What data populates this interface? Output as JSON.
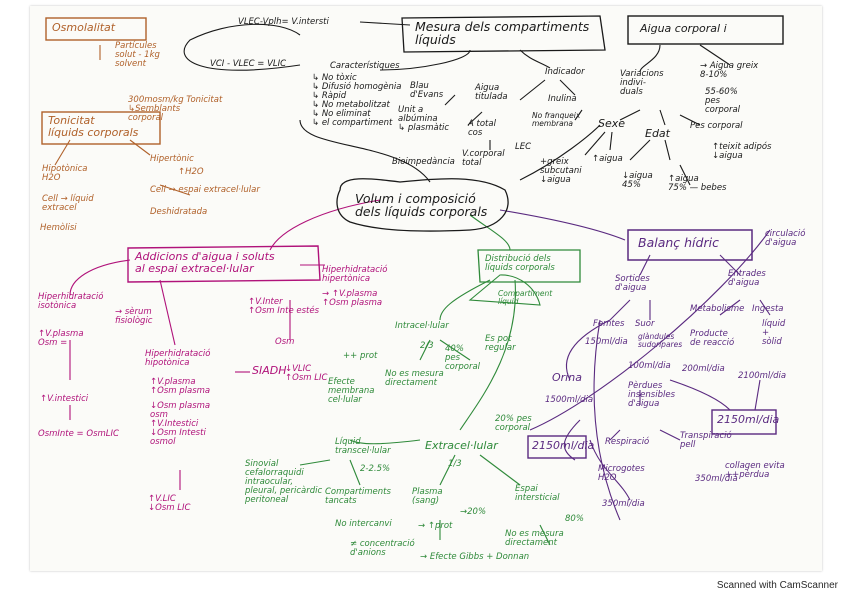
{
  "footer": "Scanned with CamScanner",
  "center": "Volum i composició\ndels líquids corporals",
  "mesura": {
    "title": "Mesura dels compartiments\nlíquids",
    "vlec": "VLEC-Vplh= V.intersti",
    "vic": "VCI - VLEC = VLIC",
    "caract": "Característiques",
    "carlist": "↳ No tòxic\n↳ Difusió homogènia\n↳ Ràpid\n↳ No metabolitzat\n↳ No eliminat\n↳ el compartiment",
    "blau": "Blau\nd'Evans",
    "blauinfo": "Unit a\nalbúmina\n↳ plasmàtic",
    "aigua_t": "Aigua\ntitulada",
    "aigua_total": "A total\ncos",
    "vcorporal": "V.corporal\ntotal",
    "bioimp": "Bioimpedància",
    "indicador": "Indicador",
    "inulina": "Inulina",
    "nofranq": "No franqueix\nmembrana",
    "lec": "LEC"
  },
  "aigua": {
    "title": "Aigua corporal i",
    "variacions": "Variacions\nindivi-\nduals",
    "greix": "→ Aigua greix\n8-10%",
    "pes": "55-60%\npes\ncorporal",
    "sexe": "Sexe",
    "edat": "Edat",
    "pescorp": "Pes corporal",
    "teixit": "↑teixit adipós\n↓aigua",
    "greix2": "+greix\nsubcutani\n↓aigua",
    "aigua_up": "↑aigua",
    "vellesa": "↓aigua\n45%",
    "bebes": "↑aigua\n75% — bebes"
  },
  "osmol": {
    "title": "Osmolalitat",
    "desc": "Partícules\nsolut - 1kg\nsolvent",
    "val": "300mosm/kg Tonicitat\n↳Semblants\ncorporal",
    "tonicitat": "Tonicitat\nlíquids corporals",
    "hipot": "Hipotònica\nH2O",
    "hipert": "Hipertònic",
    "h2o": "↑H2O",
    "cell1": "Cell → líquid\nextracel",
    "cell2": "Cell → espai extracel·lular",
    "hemo": "Hemòlisi",
    "desh": "Deshidratada"
  },
  "addicions": {
    "title": "Addicions d'aigua i soluts\nal espai extracel·lular",
    "hiper1": "Hiperhidratació\nisotònica",
    "serum": "→ sèrum\nfisiològic",
    "plasma": "↑V.plasma\nOsm =",
    "interstici": "↑V.intestici",
    "eq": "OsmInte = OsmLIC",
    "hiper2": "Hiperhidratació\nhipertònica",
    "vplasma": "↑V.plasma\n↑Osm plasma",
    "siadh": "SIADH",
    "hiperhip": "Hiperhidratació\nhipotònica",
    "hipolist": "↓Osm plasma\nosm\n↑V.Intestici\n↓Osm Intesti\nosmol",
    "vlic": "↑V.LIC\n↓Osm LIC",
    "vinter": "↑V.Inter\n↑Osm Inte estés",
    "vplasma2": "→ ↑V.plasma\n↑Osm plasma",
    "osm": "Osm",
    "vlic2": "↓VLIC\n↑Osm LIC"
  },
  "distrib": {
    "title": "Distribució dels\nlíquids corporals",
    "compart": "Compartiment\nlíquid",
    "intra": "Intracel·lular",
    "twothird": "2/3",
    "pes": "40%\npes\ncorporal",
    "eq_reg": "Es pot\nregular",
    "prot": "++ prot",
    "nomesura": "No es mesura\ndirectament",
    "efecte": "Efecte\nmembrana\ncel·lular",
    "extra": "Extracel·lular",
    "pes20": "20% pes\ncorporal",
    "onethird": "1/3",
    "transcel": "Líquid\ntranscel·lular",
    "pct": "2-2.5%",
    "sinovial": "Sinovial\ncefalorraquidi\nintraocular,\npleural, pericàrdic\nperitoneal",
    "compartiments": "Compartiments\ntancats",
    "nointer": "No intercanvi",
    "plasma": "Plasma\n(sang)",
    "pct20": "→20%",
    "prot2": "→ ↑prot",
    "concent": "≠ concentració\nd'anions",
    "espai": "Espai\nintersticial",
    "pct80": "80%",
    "nomes": "No es mesura\ndirectament",
    "gibbs": "→ Efecte Gibbs + Donnan"
  },
  "balanc": {
    "title": "Balanç hídric",
    "circ": "circulació\nd'aigua",
    "sortides": "Sortides\nd'aigua",
    "entrades": "Entrades\nd'aigua",
    "femtes": "Femtes",
    "suor": "Suor",
    "val150": "150ml/dia",
    "val100": "100ml/dia",
    "orina": "Orina",
    "val1500": "1500ml/dia",
    "perdues": "Pèrdues\ninsensibles\nd'aigua",
    "total1": "2150ml/dia",
    "resp": "Respiració",
    "transp": "Transpiració\npell",
    "microg": "Microgotes\nH2O",
    "val350": "350ml/dia",
    "colageno": "collagen evita\n++pèrdua",
    "metab": "Metabolisme",
    "producte": "Producte\nde reacció",
    "ingesta": "Ingesta",
    "liq": "líquid\n+\nsòlid",
    "val200": "200ml/dia",
    "val2100": "2100ml/dia",
    "total2": "2150ml/dia",
    "glandul": "glàndules\nsudorípares"
  }
}
